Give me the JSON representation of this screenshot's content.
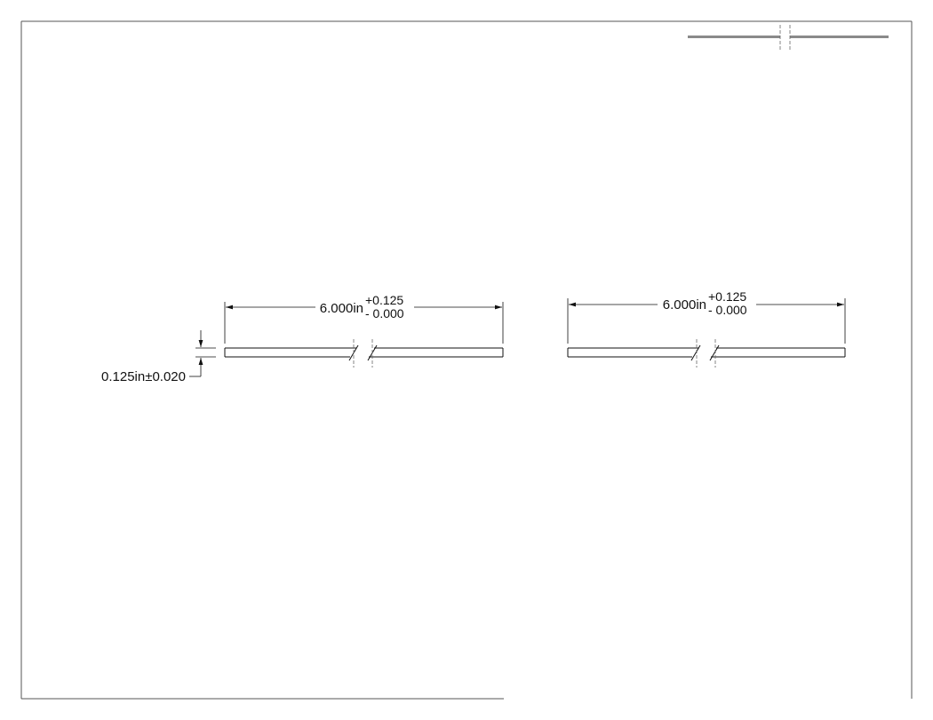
{
  "drawing": {
    "parts": [
      {
        "length_dimension": {
          "nominal": "6.000in",
          "plus_tolerance": "+0.125",
          "minus_tolerance": "- 0.000"
        }
      },
      {
        "length_dimension": {
          "nominal": "6.000in",
          "plus_tolerance": "+0.125",
          "minus_tolerance": "- 0.000"
        }
      }
    ],
    "thickness_dimension": {
      "label": "0.125in±0.020"
    }
  },
  "colors": {
    "line": "#111111",
    "frame": "#555555",
    "hidden_line": "#666666",
    "preview_bar": "#8a8a8a"
  }
}
